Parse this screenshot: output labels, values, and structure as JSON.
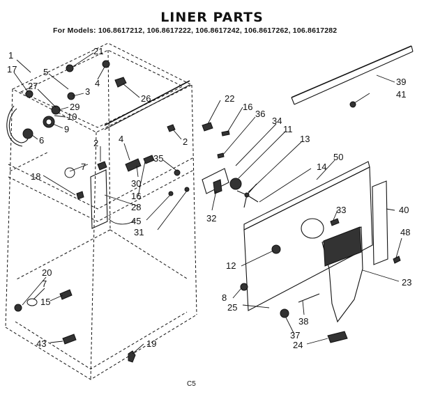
{
  "header": {
    "title": "LINER PARTS",
    "models_line": "For Models: 106.8617212, 106.8617222, 106.8617242, 106.8617262, 106.8617282"
  },
  "footer": {
    "code": "C5"
  },
  "callouts": {
    "c1": "1",
    "c17": "17",
    "c27": "27",
    "c5": "5",
    "c21": "21",
    "c4a": "4",
    "c3": "3",
    "c29": "29",
    "c10": "10",
    "c9": "9",
    "c6": "6",
    "c26": "26",
    "c22": "22",
    "c16a": "16",
    "c36": "36",
    "c34": "34",
    "c11": "11",
    "c2a": "2",
    "c2b": "2",
    "c4b": "4",
    "c7a": "7",
    "c35": "35",
    "c13": "13",
    "c14": "14",
    "c50": "50",
    "c39": "39",
    "c41": "41",
    "c18": "18",
    "c30": "30",
    "c16b": "16",
    "c28": "28",
    "c45": "45",
    "c31": "31",
    "c32": "32",
    "c33": "33",
    "c40": "40",
    "c48": "48",
    "c12": "12",
    "c23": "23",
    "c8": "8",
    "c25": "25",
    "c38": "38",
    "c37": "37",
    "c24": "24",
    "c20": "20",
    "c7b": "7",
    "c15": "15",
    "c43": "43",
    "c19": "19"
  }
}
